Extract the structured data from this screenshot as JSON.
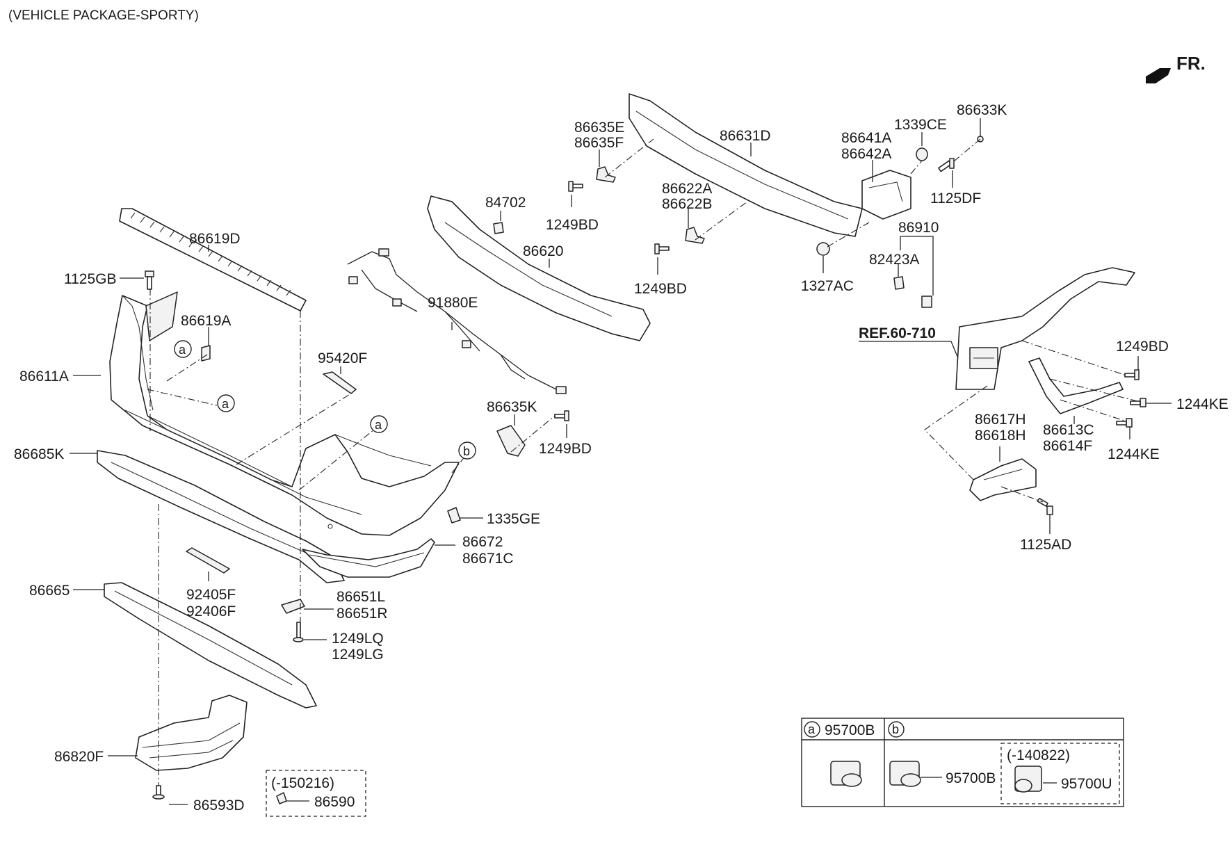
{
  "header": {
    "title": "(VEHICLE PACKAGE-SPORTY)"
  },
  "direction": {
    "label": "FR."
  },
  "callouts": {
    "a": "a",
    "b": "b"
  },
  "labels": {
    "p86619D": "86619D",
    "p1125GB": "1125GB",
    "p86619A": "86619A",
    "p86611A": "86611A",
    "p86685K": "86685K",
    "p86665": "86665",
    "p86820F": "86820F",
    "p86593D": "86593D",
    "p92405F": "92405F",
    "p92406F": "92406F",
    "p86651L": "86651L",
    "p86651R": "86651R",
    "p1249LQ": "1249LQ",
    "p1249LG": "1249LG",
    "p86672": "86672",
    "p86671C": "86671C",
    "p1335GE": "1335GE",
    "p95420F": "95420F",
    "p91880E": "91880E",
    "p86635K": "86635K",
    "p1249BD_k": "1249BD",
    "p84702": "84702",
    "p86620": "86620",
    "p86635E": "86635E",
    "p86635F": "86635F",
    "p1249BD_e": "1249BD",
    "p86631D": "86631D",
    "p86622A": "86622A",
    "p86622B": "86622B",
    "p1249BD_a": "1249BD",
    "p86641A": "86641A",
    "p86642A": "86642A",
    "p1339CE": "1339CE",
    "p86633K": "86633K",
    "p1125DF": "1125DF",
    "p1327AC": "1327AC",
    "p86910": "86910",
    "p82423A": "82423A",
    "pREF": "REF.60-710",
    "p1249BD_r": "1249BD",
    "p1244KE_1": "1244KE",
    "p1244KE_2": "1244KE",
    "p86613C": "86613C",
    "p86614F": "86614F",
    "p86617H": "86617H",
    "p86618H": "86618H",
    "p1125AD": "1125AD"
  },
  "note_box": {
    "range": "(-150216)",
    "part": "86590"
  },
  "legend": {
    "a_label": "a",
    "a_part": "95700B",
    "b_label": "b",
    "b_part": "95700B",
    "b_range": "(-140822)",
    "b_part2": "95700U"
  }
}
